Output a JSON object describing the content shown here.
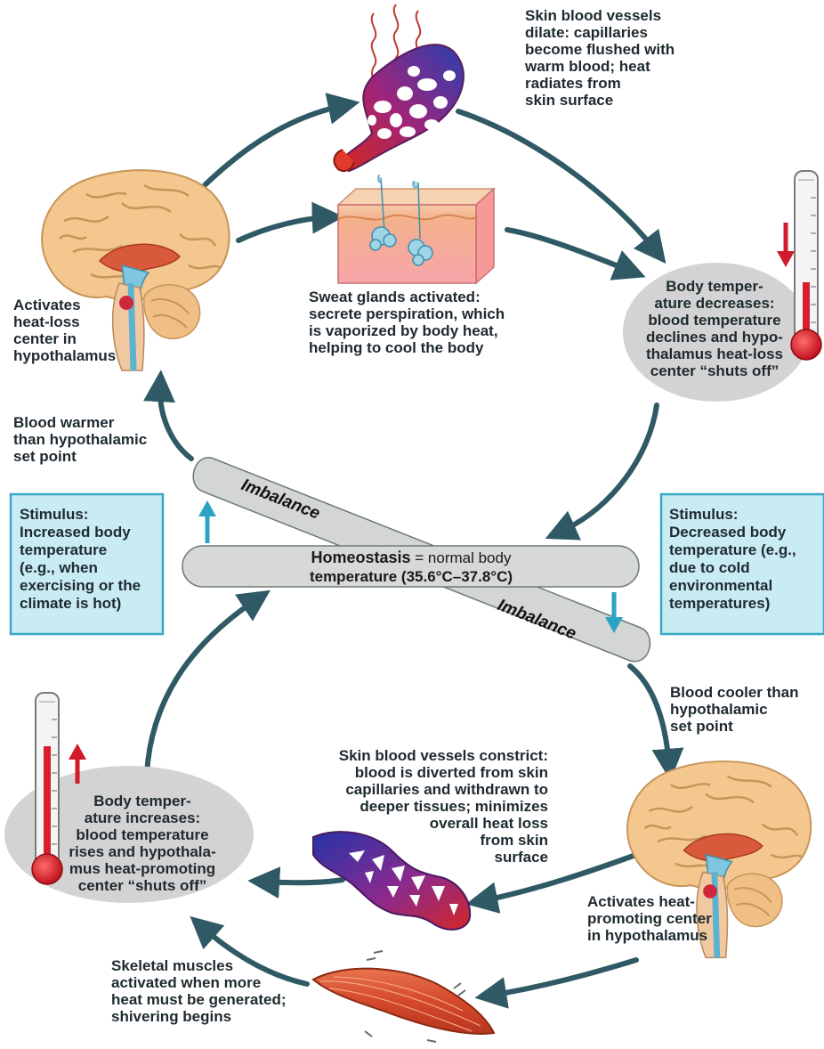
{
  "labels": {
    "skin_vessels_dilate": [
      "Skin blood vessels",
      "dilate: capillaries",
      "become flushed with",
      "warm blood; heat",
      "radiates from",
      "skin surface"
    ],
    "sweat_glands": [
      "Sweat glands activated:",
      "secrete perspiration, which",
      "is vaporized by body heat,",
      "helping to cool the body"
    ],
    "activates_heat_loss": [
      "Activates",
      "heat-loss",
      "center in",
      "hypothalamus"
    ],
    "body_temp_decreases": [
      "Body temper-",
      "ature decreases:",
      "blood temperature",
      "declines and hypo-",
      "thalamus heat-loss",
      "center “shuts off”"
    ],
    "blood_warmer": [
      "Blood warmer",
      "than hypothalamic",
      "set point"
    ],
    "stimulus_increased": [
      "Stimulus:",
      "Increased body",
      "temperature",
      "(e.g., when",
      "exercising or the",
      "climate is hot)"
    ],
    "stimulus_decreased": [
      "Stimulus:",
      "Decreased body",
      "temperature (e.g.,",
      "due to cold",
      "environmental",
      "temperatures)"
    ],
    "homeostasis_bold": "Homeostasis",
    "homeostasis_rest": " = normal body",
    "homeostasis_line2": "temperature (35.6°C–37.8°C)",
    "imbalance_top": "Imbalance",
    "imbalance_bottom": "Imbalance",
    "blood_cooler": [
      "Blood cooler than",
      "hypothalamic",
      "set point"
    ],
    "skin_vessels_constrict": [
      "Skin blood vessels constrict:",
      "blood is diverted from skin",
      "capillaries and withdrawn to",
      "deeper tissues; minimizes",
      "overall heat loss",
      "from skin",
      "surface"
    ],
    "body_temp_increases": [
      "Body temper-",
      "ature increases:",
      "blood temperature",
      "rises and hypothala-",
      "mus heat-promoting",
      "center “shuts off”"
    ],
    "activates_heat_promoting": [
      "Activates heat-",
      "promoting center",
      "in hypothalamus"
    ],
    "skeletal_muscles": [
      "Skeletal muscles",
      "activated when more",
      "heat must be generated;",
      "shivering begins"
    ]
  },
  "icons": {
    "brain_top": "brain-icon",
    "brain_bottom": "brain-icon",
    "vessels_dilated": "dilated-blood-vessel-icon",
    "vessels_constricted": "constricted-blood-vessel-icon",
    "skin_sweat": "sweat-gland-skin-icon",
    "muscle": "skeletal-muscle-icon",
    "thermometer_top": "thermometer-icon",
    "thermometer_bottom": "thermometer-icon"
  },
  "colors": {
    "arrow": "#2f5965",
    "stimulus_box_bg": "#c9ebf3",
    "stimulus_box_border": "#37a9c7",
    "ellipse_fill": "#d3d3d3",
    "band_fill": "#d6d9d6",
    "thermometer_red": "#d61e2c",
    "up_down_arrow": "#2aa3c4",
    "red_arrow": "#d11a2a"
  }
}
